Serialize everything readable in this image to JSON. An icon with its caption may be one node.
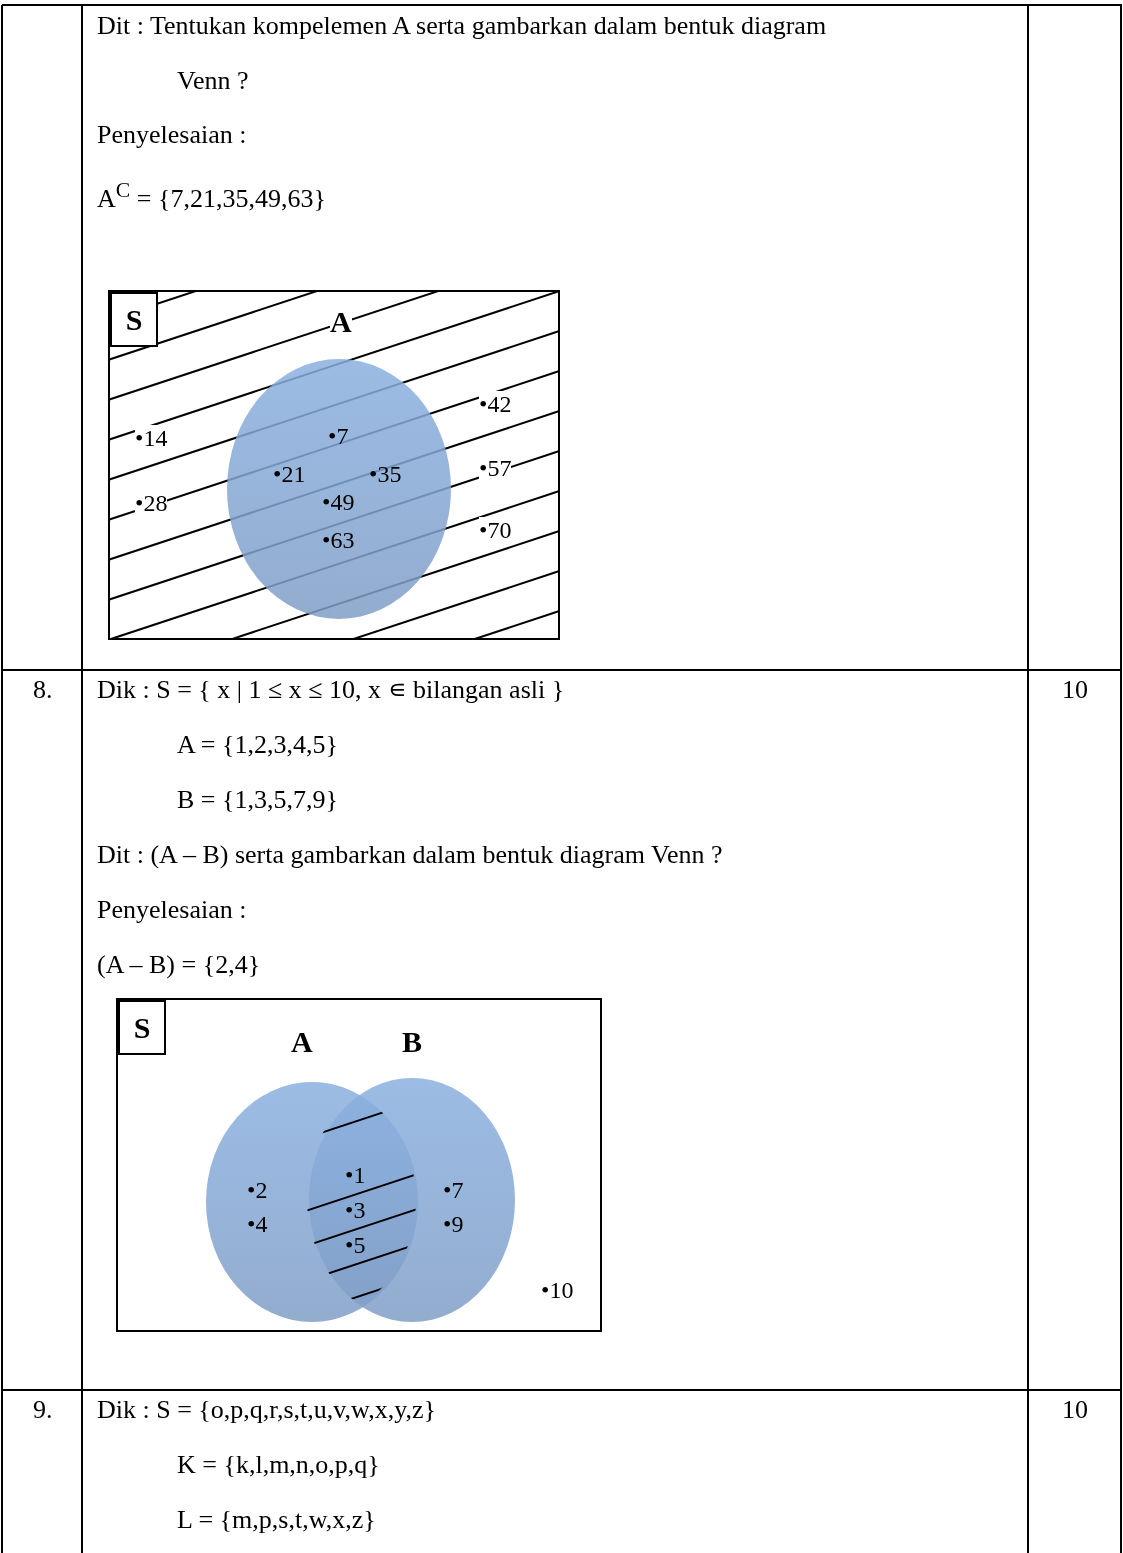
{
  "diagram": {
    "nodes": [
      {
        "text": [
          "•14",
          "•28",
          "•42",
          "•57",
          "•70"
        ]
      },
      {
        "text": [
          "S"
        ],
        "in": 0
      },
      {
        "text": [
          "A",
          "•7",
          "•21",
          "•35",
          "•49",
          "•63"
        ],
        "in": 0
      },
      {
        "text": [
          "•10"
        ]
      },
      {
        "text": [
          "S"
        ],
        "in": 3
      },
      {
        "text": [
          "A",
          "•2",
          "•4"
        ],
        "in": 3
      },
      {
        "text": [
          "B",
          "•7",
          "•9"
        ],
        "in": 3
      }
    ],
    "labels": [
      "Dit : Tentukan kompelemen A serta gambarkan dalam bentuk diagram Venn ?",
      "Penyelesaian :",
      "A$^{C}$ = {7,21,35,49,63}",
      "8.",
      "Dik : S = { x | 1 ≤ x ≤ 10, x ∊ bilangan asli }",
      "10",
      "A = {1,2,3,4,5}",
      "B = {1,3,5,7,9}",
      "Dit : (A – B) serta gambarkan dalam bentuk diagram Venn ?",
      "Penyelesaian :",
      "(A – B) = {2,4}",
      "•1",
      "•3",
      "•5",
      "9.",
      "Dik : S = {o,p,q,r,s,t,u,v,w,x,y,z}",
      "10",
      "K = {k,l,m,n,o,p,q}",
      "L = {m,p,s,t,w,x,z}"
    ]
  }
}
